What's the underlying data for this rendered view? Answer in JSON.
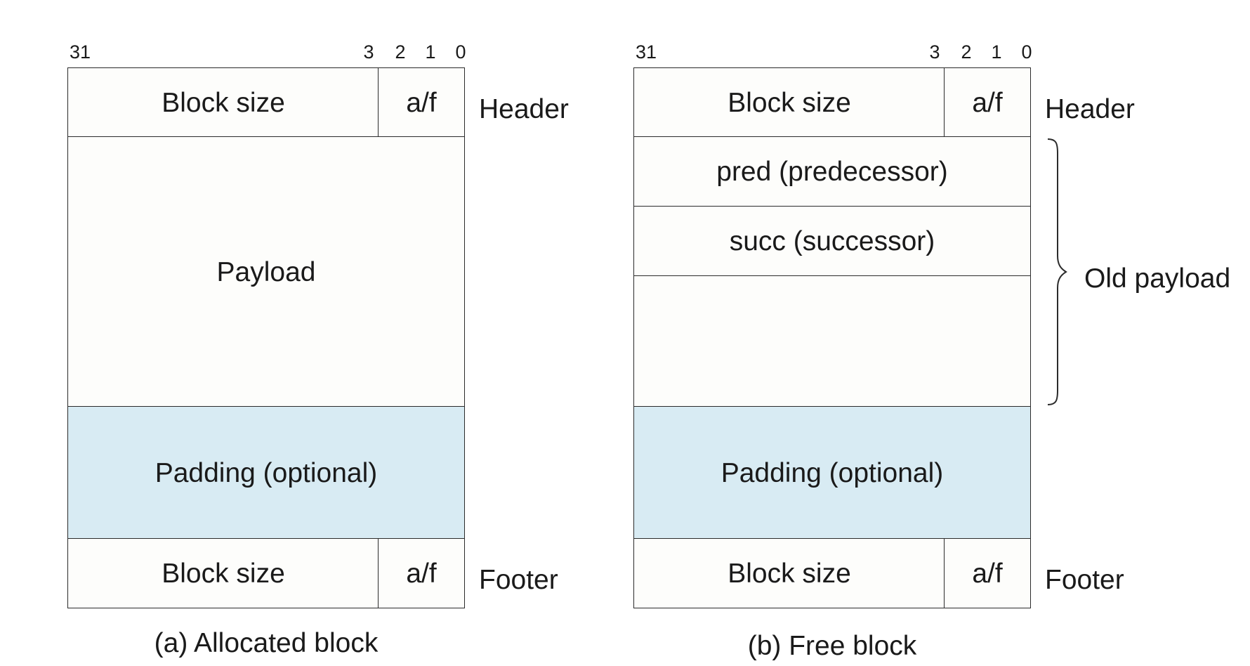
{
  "diagram_a": {
    "bits": [
      "31",
      "3",
      "2",
      "1",
      "0"
    ],
    "header_size": "Block size",
    "header_flag": "a/f",
    "header_label": "Header",
    "payload": "Payload",
    "padding": "Padding (optional)",
    "footer_size": "Block size",
    "footer_flag": "a/f",
    "footer_label": "Footer",
    "caption": "(a) Allocated block"
  },
  "diagram_b": {
    "bits": [
      "31",
      "3",
      "2",
      "1",
      "0"
    ],
    "header_size": "Block size",
    "header_flag": "a/f",
    "header_label": "Header",
    "pred": "pred (predecessor)",
    "succ": "succ (successor)",
    "old_payload_label": "Old payload",
    "padding": "Padding (optional)",
    "footer_size": "Block size",
    "footer_flag": "a/f",
    "footer_label": "Footer",
    "caption": "(b) Free block"
  },
  "colors": {
    "padding_fill": "#d8ebf3",
    "cell_fill": "#fdfdfb",
    "line": "#2b2b2b"
  }
}
